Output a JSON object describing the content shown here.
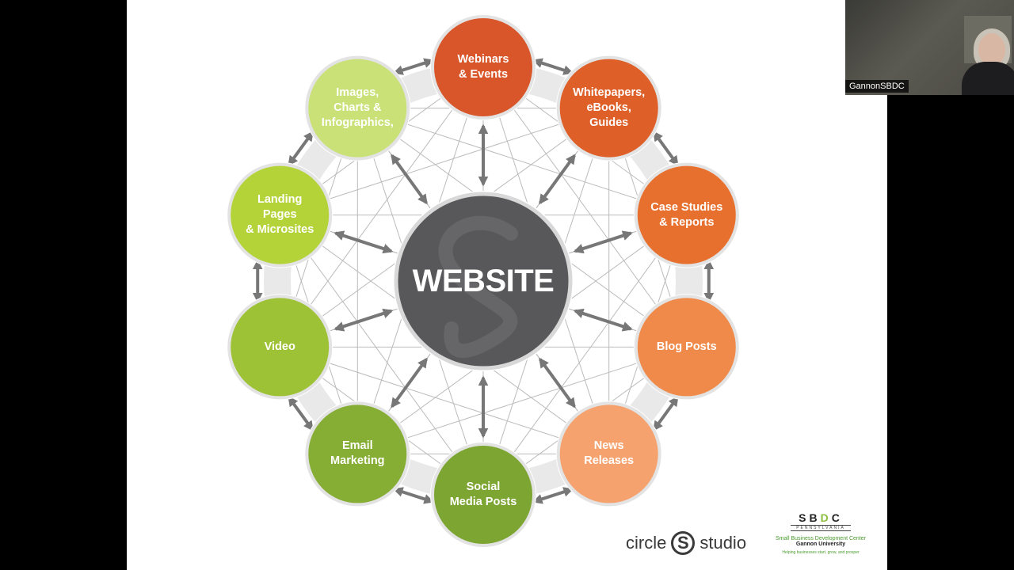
{
  "slide": {
    "center": {
      "label": "WEBSITE",
      "color": "#58585a"
    },
    "nodes": [
      {
        "id": "webinars",
        "label": "Webinars\n& Events",
        "color": "#d9562a"
      },
      {
        "id": "whitepapers",
        "label": "Whitepapers,\neBooks,\nGuides",
        "color": "#de5f28"
      },
      {
        "id": "case-studies",
        "label": "Case Studies\n& Reports",
        "color": "#e8702e"
      },
      {
        "id": "blog-posts",
        "label": "Blog Posts",
        "color": "#f08a4a"
      },
      {
        "id": "news-releases",
        "label": "News\nReleases",
        "color": "#f5a26e"
      },
      {
        "id": "social-media",
        "label": "Social\nMedia Posts",
        "color": "#7da532"
      },
      {
        "id": "email-marketing",
        "label": "Email\nMarketing",
        "color": "#86ad34"
      },
      {
        "id": "video",
        "label": "Video",
        "color": "#9ec236"
      },
      {
        "id": "landing-pages",
        "label": "Landing\nPages\n& Microsites",
        "color": "#b4d339"
      },
      {
        "id": "images-charts",
        "label": "Images,\nCharts &\nInfographics,",
        "color": "#c9e176"
      }
    ],
    "brand": {
      "text": "circle",
      "logo_letter": "S",
      "text2": "studio"
    },
    "sbdc": {
      "letters": [
        "S",
        "B",
        "D",
        "C"
      ],
      "state": "PENNSYLVANIA",
      "line1": "Small Business Development Center",
      "line2": "Gannon University",
      "line3": "Helping businesses start, grow, and prosper"
    }
  },
  "video": {
    "participant_name": "GannonSBDC"
  },
  "colors": {
    "arrow": "#777777",
    "web_line": "#bbbbbb",
    "ring": "#e9e9e9"
  }
}
